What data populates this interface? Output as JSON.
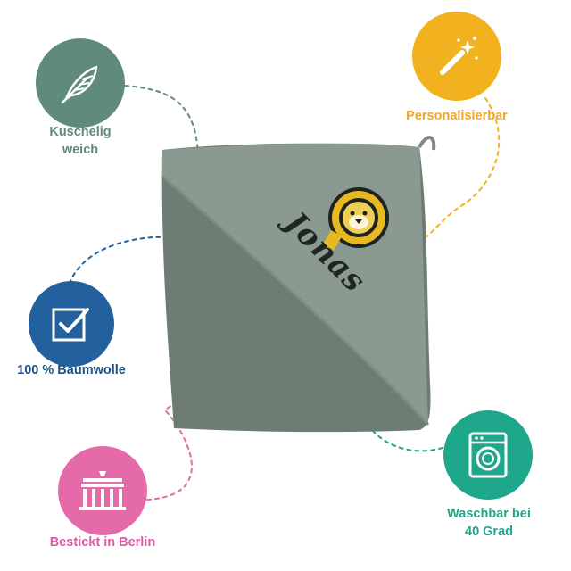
{
  "features": {
    "soft": {
      "label_line1": "Kuschelig",
      "label_line2": "weich",
      "icon": "feather-icon",
      "color": "#5f8a7c"
    },
    "personal": {
      "label": "Personalisierbar",
      "icon": "magic-wand-icon",
      "color": "#f2b21f"
    },
    "cotton": {
      "label": "100 % Baumwolle",
      "icon": "checkbox-icon",
      "color": "#22609e"
    },
    "berlin": {
      "label": "Bestickt in Berlin",
      "icon": "brandenburg-gate-icon",
      "color": "#e56aa8"
    },
    "washable": {
      "label_line1": "Waschbar bei",
      "label_line2": "40 Grad",
      "icon": "washing-machine-icon",
      "color": "#1ea78a"
    }
  },
  "towel": {
    "embroidery_name": "Jonas",
    "motif": "lion-icon",
    "color_terry": "#6f7f76",
    "color_hood": "#8a9a90"
  }
}
